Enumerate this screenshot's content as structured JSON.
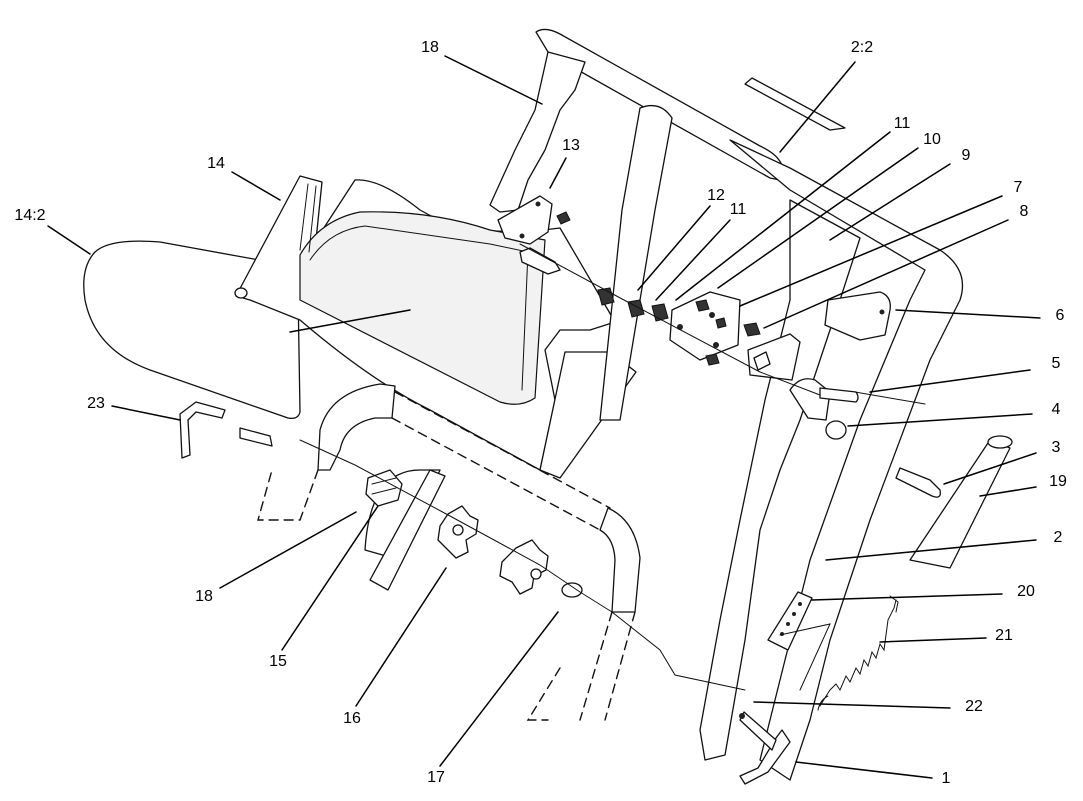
{
  "diagram": {
    "callouts": [
      "14:2",
      "14",
      "18",
      "13",
      "2:2",
      "11",
      "10",
      "9",
      "12",
      "11",
      "7",
      "8",
      "6",
      "5",
      "4",
      "3",
      "19",
      "2",
      "20",
      "21",
      "22",
      "1",
      "23",
      "18",
      "15",
      "16",
      "17"
    ]
  },
  "colors": {
    "line": "#111111",
    "background": "#ffffff",
    "panel_fill": "#f2f2f2"
  }
}
